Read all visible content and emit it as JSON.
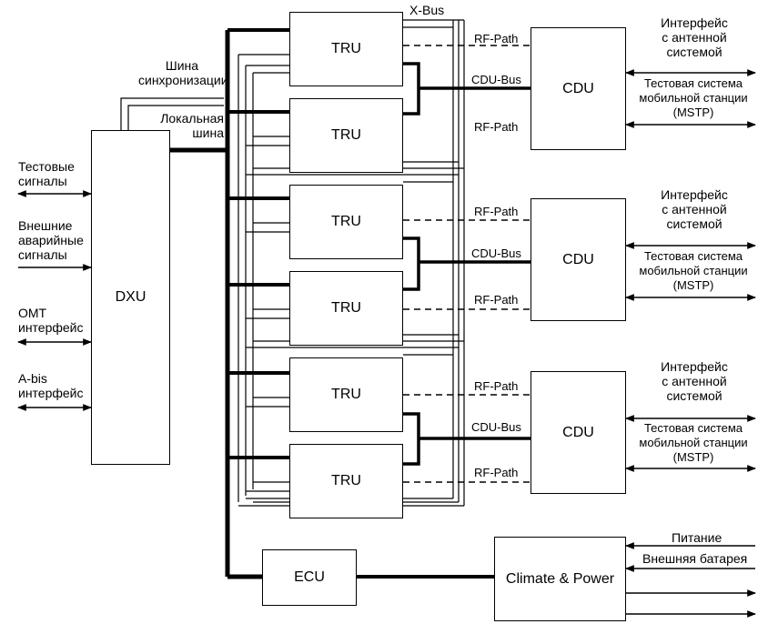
{
  "blocks": {
    "dxu": "DXU",
    "tru": [
      "TRU",
      "TRU",
      "TRU",
      "TRU",
      "TRU",
      "TRU"
    ],
    "cdu": [
      "CDU",
      "CDU",
      "CDU"
    ],
    "ecu": "ECU",
    "climate_power": "Climate & Power"
  },
  "bus_labels": {
    "x_bus": "X-Bus",
    "sync_bus": [
      "Шина",
      "синхронизации"
    ],
    "local_bus": [
      "Локальная",
      "шина"
    ],
    "rf_path": "RF-Path",
    "cdu_bus": "CDU-Bus"
  },
  "left_io": {
    "test_signals": [
      "Тестовые",
      "сигналы"
    ],
    "external_alarms": [
      "Внешние",
      "аварийные",
      "сигналы"
    ],
    "omt": [
      "OMT",
      "интерфейс"
    ],
    "abis": [
      "A-bis",
      "интерфейс"
    ]
  },
  "right_io": {
    "antenna": [
      "Интерфейс",
      "с антенной",
      "системой"
    ],
    "mstp": [
      "Тестовая система",
      "мобильной станции",
      "(MSTP)"
    ],
    "power": "Питание",
    "battery": "Внешняя батарея"
  }
}
